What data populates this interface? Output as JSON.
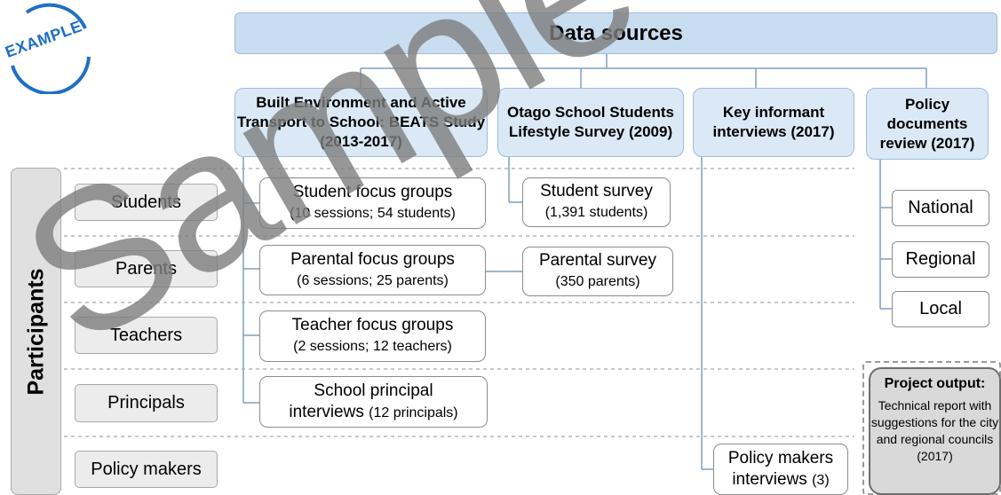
{
  "title": "Data sources",
  "sources": [
    "Built Environment and Active Transport to School: BEATS Study (2013-2017)",
    "Otago School Students Lifestyle Survey (2009)",
    "Key informant interviews (2017)",
    "Policy documents review (2017)"
  ],
  "participants_label": "Participants",
  "participants": [
    "Students",
    "Parents",
    "Teachers",
    "Principals",
    "Policy makers"
  ],
  "beats_items": [
    {
      "main": "Student focus groups",
      "sub": "(10 sessions; 54 students)"
    },
    {
      "main": "Parental focus groups",
      "sub": "(6 sessions; 25 parents)"
    },
    {
      "main": "Teacher focus groups",
      "sub": "(2 sessions; 12 teachers)"
    },
    {
      "main": "School principal",
      "line2": "interviews",
      "sub": "(12 principals)"
    }
  ],
  "otago_items": [
    {
      "main": "Student survey",
      "sub": "(1,391 students)"
    },
    {
      "main": "Parental survey",
      "sub": "(350 parents)"
    }
  ],
  "key_items": [
    {
      "main": "Policy makers",
      "line2": "interviews",
      "sub": "(3)"
    }
  ],
  "policy_levels": [
    "National",
    "Regional",
    "Local"
  ],
  "output": {
    "title": "Project output:",
    "text": "Technical report with suggestions for the city and regional councils (2017)"
  },
  "stamp": "EXAMPLE",
  "watermark": "Sample",
  "colors": {
    "title_fill": "#c8ddf0",
    "source_fill": "#dbe8f5",
    "stamp": "#1e6fc5"
  }
}
